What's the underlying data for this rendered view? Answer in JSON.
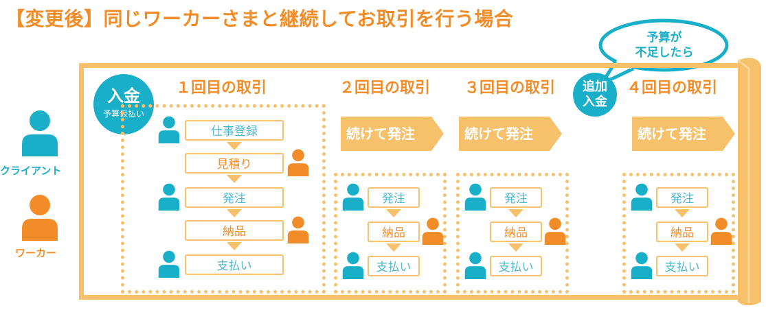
{
  "title": "【変更後】同じワーカーさまと継続してお取引を行う場合",
  "colors": {
    "client": "#1AAFC9",
    "worker": "#F28C28",
    "frame": "#F7C06B"
  },
  "legend": {
    "client": "クライアント",
    "worker": "ワーカー"
  },
  "deposit": {
    "main": "入金",
    "sub": "予算仮払い"
  },
  "additional_deposit": {
    "line1": "追加",
    "line2": "入金"
  },
  "bubble": {
    "line1": "予算が",
    "line2": "不足したら"
  },
  "rounds": [
    {
      "label": "１回目の取引",
      "steps": [
        "仕事登録",
        "見積り",
        "発注",
        "納品",
        "支払い"
      ]
    },
    {
      "label": "２回目の取引",
      "continue": "続けて発注",
      "steps": [
        "発注",
        "納品",
        "支払い"
      ]
    },
    {
      "label": "３回目の取引",
      "continue": "続けて発注",
      "steps": [
        "発注",
        "納品",
        "支払い"
      ]
    },
    {
      "label": "４回目の取引",
      "continue": "続けて発注",
      "steps": [
        "発注",
        "納品",
        "支払い"
      ]
    }
  ]
}
